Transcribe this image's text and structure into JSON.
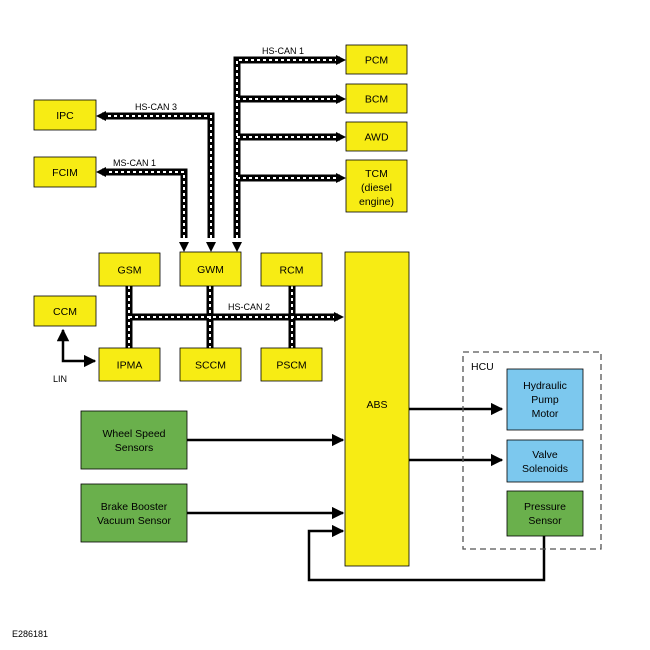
{
  "colors": {
    "module_fill": "#f7ec14",
    "sensor_fill": "#6ab04c",
    "actuator_fill": "#7cc8ee",
    "line": "#000000",
    "can_dash": "#ffffff"
  },
  "modules": {
    "pcm": "PCM",
    "bcm": "BCM",
    "awd": "AWD",
    "tcm": [
      "TCM",
      "(diesel",
      "engine)"
    ],
    "ipc": "IPC",
    "fcim": "FCIM",
    "gsm": "GSM",
    "gwm": "GWM",
    "rcm": "RCM",
    "ccm": "CCM",
    "ipma": "IPMA",
    "sccm": "SCCM",
    "pscm": "PSCM",
    "abs": "ABS"
  },
  "sensors": {
    "wheel_speed": [
      "Wheel Speed",
      "Sensors"
    ],
    "brake_booster": [
      "Brake Booster",
      "Vacuum Sensor"
    ],
    "pressure": [
      "Pressure",
      "Sensor"
    ]
  },
  "actuators": {
    "pump_motor": [
      "Hydraulic",
      "Pump",
      "Motor"
    ],
    "valve_solenoids": [
      "Valve",
      "Solenoids"
    ]
  },
  "groups": {
    "hcu": "HCU"
  },
  "buses": {
    "hs_can1": "HS-CAN 1",
    "hs_can3": "HS-CAN 3",
    "ms_can1": "MS-CAN 1",
    "hs_can2": "HS-CAN 2",
    "lin": "LIN"
  },
  "figure_ref": "E286181"
}
